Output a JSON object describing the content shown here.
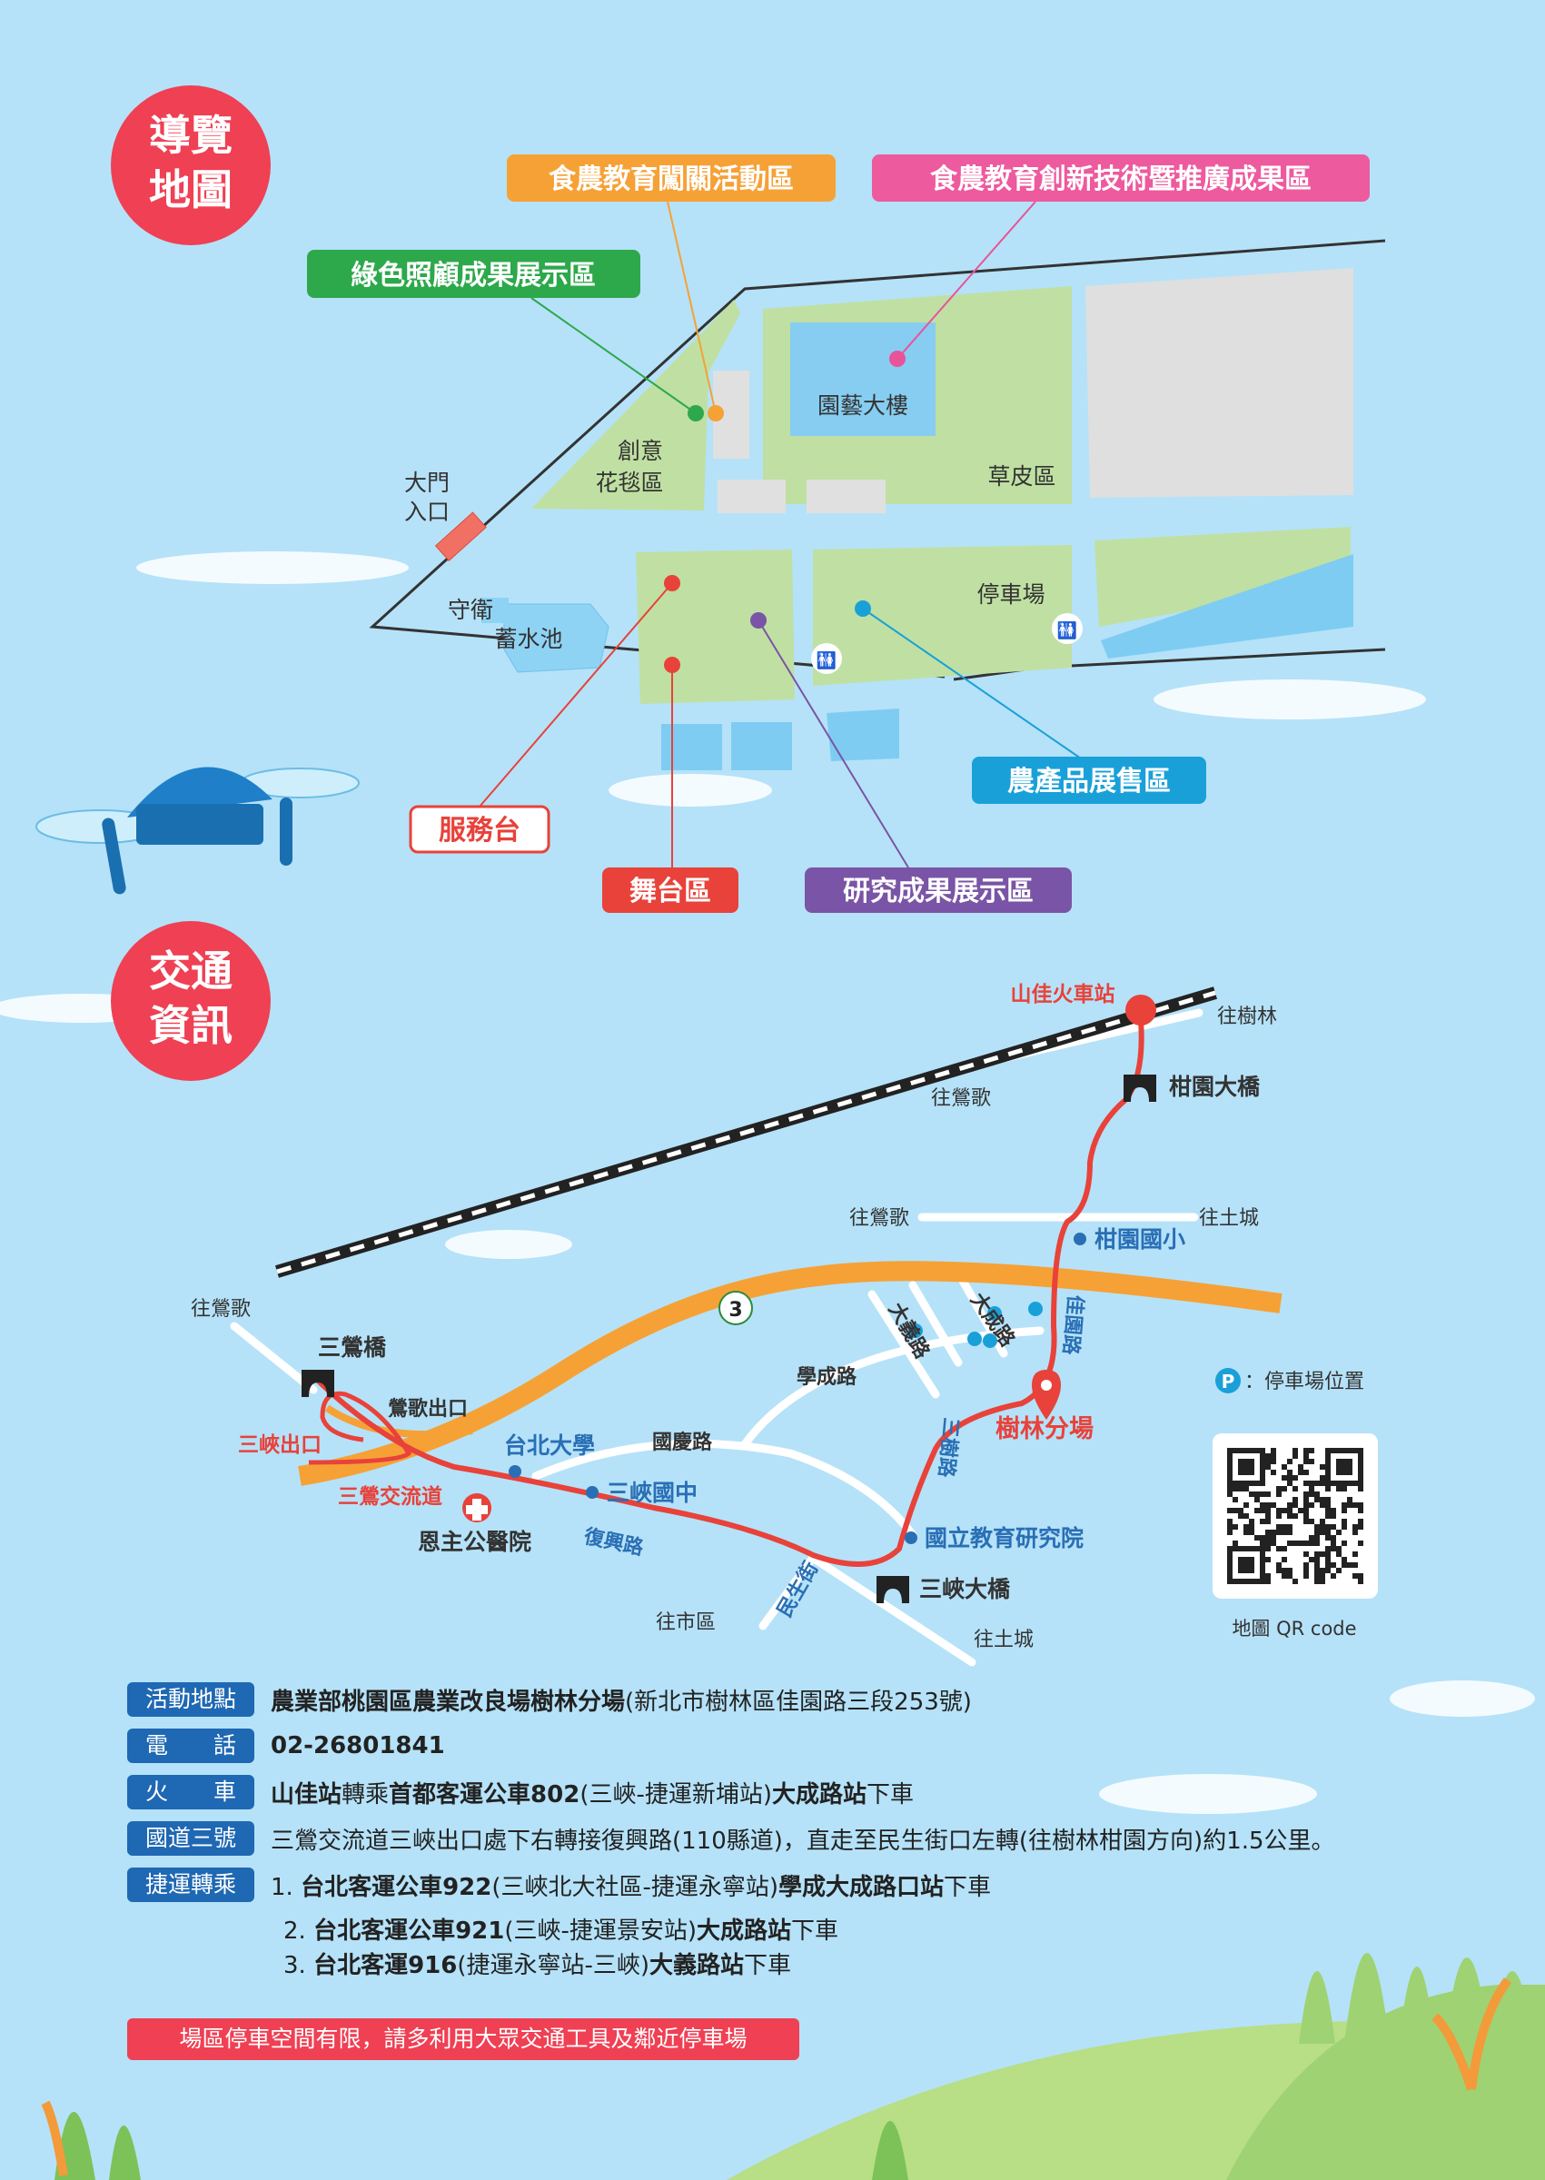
{
  "colors": {
    "background": "#b5e2f8",
    "badge": "#ef4054",
    "green_area": "#bfe0a2",
    "building": "#e0e0e0",
    "water": "#7fccf2",
    "route": "#e8423a",
    "highway": "#f6a136",
    "info_tag": "#1f68b3"
  },
  "site_map": {
    "badge": [
      "導覽",
      "地圖"
    ],
    "areas": {
      "flower": [
        "創意",
        "花毯區"
      ],
      "horticulture": "園藝大樓",
      "lawn": "草皮區",
      "gate": [
        "大門",
        "入口"
      ],
      "guard": "守衛",
      "pond": "蓄水池",
      "parking": "停車場"
    },
    "callouts": {
      "food_activity": "食農教育闖關活動區",
      "food_innovation": "食農教育創新技術暨推廣成果區",
      "green_care": "綠色照顧成果展示區",
      "produce_sales": "農產品展售區",
      "service_desk": "服務台",
      "stage": "舞台區",
      "research": "研究成果展示區"
    }
  },
  "transport_map": {
    "badge": [
      "交通",
      "資訊"
    ],
    "labels": {
      "station": "山佳火車站",
      "to_shulin": "往樹林",
      "to_yingge_1": "往鶯歌",
      "ganyuan_bridge": "柑園大橋",
      "to_yingge_2": "往鶯歌",
      "to_tucheng_1": "往土城",
      "ganyuan_elem": "柑園國小",
      "highway_no": "3",
      "to_yingge_3": "往鶯歌",
      "sanying_bridge": "三鶯橋",
      "yingge_exit": "鶯歌出口",
      "sanxia_exit": "三峽出口",
      "interchange": "三鶯交流道",
      "hospital": "恩主公醫院",
      "ntpu": "台北大學",
      "guoqing": "國慶路",
      "xuecheng": "學成路",
      "dayi": "大義路",
      "dacheng": "大成路",
      "jiayuan": "佳園路",
      "sanshu": "三樹路",
      "sanxia_jh": "三峽國中",
      "fuxing": "復興路",
      "naer": "國立教育研究院",
      "minsheng": "民生街",
      "sanxia_bridge": "三峽大橋",
      "to_city": "往市區",
      "to_tucheng_2": "往土城",
      "destination": "樹林分場",
      "parking_legend": "：停車場位置",
      "parking_icon": "P",
      "qr_caption": "地圖 QR code"
    }
  },
  "info": {
    "location": {
      "label": "活動地點",
      "bold": "農業部桃園區農業改良場樹林分場",
      "text": "(新北市樹林區佳園路三段253號)"
    },
    "phone": {
      "label": "電　　話",
      "bold": "02-26801841"
    },
    "train": {
      "label": "火　　車",
      "p1": "山佳站",
      "p2": "轉乘",
      "p3": "首都客運公車802",
      "p4": "(三峽-捷運新埔站)",
      "p5": "大成路站",
      "p6": "下車"
    },
    "freeway": {
      "label": "國道三號",
      "text": "三鶯交流道三峽出口處下右轉接復興路(110縣道)，直走至民生街口左轉(往樹林柑園方向)約1.5公里。"
    },
    "mrt": {
      "label": "捷運轉乘",
      "items": [
        {
          "n": "1.",
          "bold": "台北客運公車922",
          "text": "(三峽北大社區-捷運永寧站)",
          "stop": "學成大成路口站",
          "end": "下車"
        },
        {
          "n": "2.",
          "bold": "台北客運公車921",
          "text": "(三峽-捷運景安站)",
          "stop": "大成路站",
          "end": "下車"
        },
        {
          "n": "3.",
          "bold": "台北客運916",
          "text": "(捷運永寧站-三峽)",
          "stop": "大義路站",
          "end": "下車"
        }
      ]
    },
    "warning": "場區停車空間有限，請多利用大眾交通工具及鄰近停車場"
  }
}
